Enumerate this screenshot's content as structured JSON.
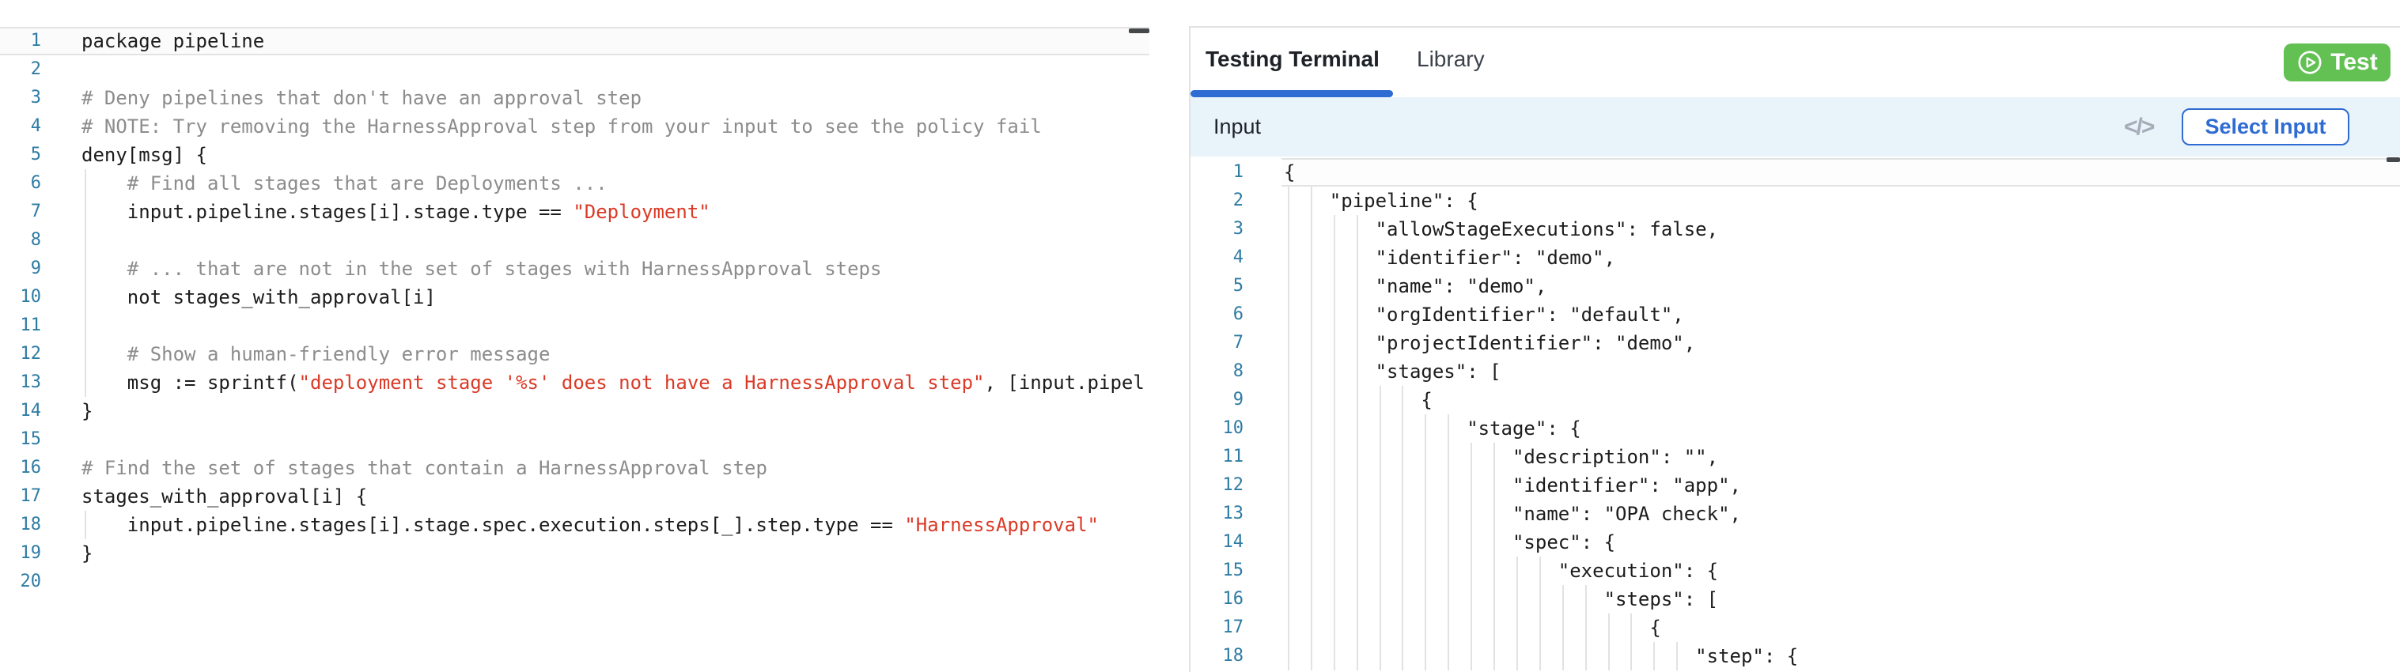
{
  "right_panel": {
    "tabs": [
      {
        "label": "Testing Terminal",
        "active": true
      },
      {
        "label": "Library",
        "active": false
      }
    ],
    "test_button": {
      "label": "Test",
      "icon": "play-circle-icon"
    },
    "input_bar": {
      "title": "Input",
      "code_icon": "</>",
      "select_button": "Select Input"
    }
  },
  "colors": {
    "accent_blue": "#2e6bd2",
    "test_green": "#63c154",
    "string_red": "#da3a27",
    "comment_gray": "#8c8c8c",
    "line_number_blue": "#2e7ba3",
    "code_text": "#1c1c1c",
    "indent_guide": "#e2e2e2",
    "panel_border": "#e2e2e4",
    "input_bar_bg": "#e9f4fa",
    "overview_dash": "#44484b"
  },
  "left_editor": {
    "language": "rego",
    "lines": [
      {
        "n": 1,
        "g": 0,
        "cur": true,
        "parts": [
          [
            "c",
            "package pipeline"
          ]
        ]
      },
      {
        "n": 2,
        "g": 0,
        "parts": []
      },
      {
        "n": 3,
        "g": 0,
        "parts": [
          [
            "m",
            "# Deny pipelines that don't have an approval step"
          ]
        ]
      },
      {
        "n": 4,
        "g": 0,
        "parts": [
          [
            "m",
            "# NOTE: Try removing the HarnessApproval step from your input to see the policy fail"
          ]
        ]
      },
      {
        "n": 5,
        "g": 0,
        "parts": [
          [
            "c",
            "deny[msg] {"
          ]
        ]
      },
      {
        "n": 6,
        "g": 1,
        "parts": [
          [
            "c",
            "    "
          ],
          [
            "m",
            "# Find all stages that are Deployments ..."
          ]
        ]
      },
      {
        "n": 7,
        "g": 1,
        "parts": [
          [
            "c",
            "    input.pipeline.stages[i].stage.type == "
          ],
          [
            "s",
            "\"Deployment\""
          ]
        ]
      },
      {
        "n": 8,
        "g": 1,
        "parts": []
      },
      {
        "n": 9,
        "g": 1,
        "parts": [
          [
            "c",
            "    "
          ],
          [
            "m",
            "# ... that are not in the set of stages with HarnessApproval steps"
          ]
        ]
      },
      {
        "n": 10,
        "g": 1,
        "parts": [
          [
            "c",
            "    not stages_with_approval[i]"
          ]
        ]
      },
      {
        "n": 11,
        "g": 1,
        "parts": []
      },
      {
        "n": 12,
        "g": 1,
        "parts": [
          [
            "c",
            "    "
          ],
          [
            "m",
            "# Show a human-friendly error message"
          ]
        ]
      },
      {
        "n": 13,
        "g": 1,
        "parts": [
          [
            "c",
            "    msg := sprintf("
          ],
          [
            "s",
            "\"deployment stage '%s' does not have a HarnessApproval step\""
          ],
          [
            "c",
            ", [input.pipel"
          ]
        ]
      },
      {
        "n": 14,
        "g": 0,
        "parts": [
          [
            "c",
            "}"
          ]
        ]
      },
      {
        "n": 15,
        "g": 0,
        "parts": []
      },
      {
        "n": 16,
        "g": 0,
        "parts": [
          [
            "m",
            "# Find the set of stages that contain a HarnessApproval step"
          ]
        ]
      },
      {
        "n": 17,
        "g": 0,
        "parts": [
          [
            "c",
            "stages_with_approval[i] {"
          ]
        ]
      },
      {
        "n": 18,
        "g": 1,
        "parts": [
          [
            "c",
            "    input.pipeline.stages[i].stage.spec.execution.steps[_].step.type == "
          ],
          [
            "s",
            "\"HarnessApproval\""
          ]
        ]
      },
      {
        "n": 19,
        "g": 0,
        "parts": [
          [
            "c",
            "}"
          ]
        ]
      },
      {
        "n": 20,
        "g": 0,
        "parts": []
      }
    ]
  },
  "input_editor": {
    "language": "json",
    "lines": [
      {
        "n": 1,
        "g": 0,
        "cur": true,
        "parts": [
          [
            "c",
            "{"
          ]
        ]
      },
      {
        "n": 2,
        "g": 2,
        "parts": [
          [
            "c",
            "    \"pipeline\": {"
          ]
        ]
      },
      {
        "n": 3,
        "g": 4,
        "parts": [
          [
            "c",
            "        \"allowStageExecutions\": false,"
          ]
        ]
      },
      {
        "n": 4,
        "g": 4,
        "parts": [
          [
            "c",
            "        \"identifier\": \"demo\","
          ]
        ]
      },
      {
        "n": 5,
        "g": 4,
        "parts": [
          [
            "c",
            "        \"name\": \"demo\","
          ]
        ]
      },
      {
        "n": 6,
        "g": 4,
        "parts": [
          [
            "c",
            "        \"orgIdentifier\": \"default\","
          ]
        ]
      },
      {
        "n": 7,
        "g": 4,
        "parts": [
          [
            "c",
            "        \"projectIdentifier\": \"demo\","
          ]
        ]
      },
      {
        "n": 8,
        "g": 4,
        "parts": [
          [
            "c",
            "        \"stages\": ["
          ]
        ]
      },
      {
        "n": 9,
        "g": 6,
        "parts": [
          [
            "c",
            "            {"
          ]
        ]
      },
      {
        "n": 10,
        "g": 8,
        "parts": [
          [
            "c",
            "                \"stage\": {"
          ]
        ]
      },
      {
        "n": 11,
        "g": 10,
        "parts": [
          [
            "c",
            "                    \"description\": \"\","
          ]
        ]
      },
      {
        "n": 12,
        "g": 10,
        "parts": [
          [
            "c",
            "                    \"identifier\": \"app\","
          ]
        ]
      },
      {
        "n": 13,
        "g": 10,
        "parts": [
          [
            "c",
            "                    \"name\": \"OPA check\","
          ]
        ]
      },
      {
        "n": 14,
        "g": 10,
        "parts": [
          [
            "c",
            "                    \"spec\": {"
          ]
        ]
      },
      {
        "n": 15,
        "g": 12,
        "parts": [
          [
            "c",
            "                        \"execution\": {"
          ]
        ]
      },
      {
        "n": 16,
        "g": 14,
        "parts": [
          [
            "c",
            "                            \"steps\": ["
          ]
        ]
      },
      {
        "n": 17,
        "g": 16,
        "parts": [
          [
            "c",
            "                                {"
          ]
        ]
      },
      {
        "n": 18,
        "g": 18,
        "parts": [
          [
            "c",
            "                                    \"step\": {"
          ]
        ]
      }
    ]
  }
}
